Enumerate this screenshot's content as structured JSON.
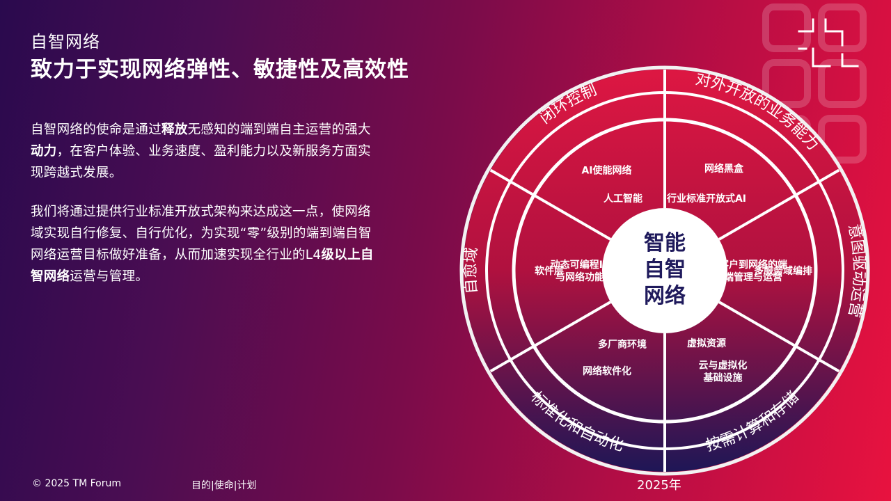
{
  "header": {
    "subtitle": "自智网络",
    "title": "致力于实现网络弹性、敏捷性及高效性"
  },
  "body": {
    "p1": [
      {
        "t": "自智网络的使命是通过",
        "b": false
      },
      {
        "t": "释放",
        "b": true
      },
      {
        "t": "无感知的端到端自主运营的强大",
        "b": false
      },
      {
        "t": "动力",
        "b": true
      },
      {
        "t": "，在客户体验、业务速度、盈利能力以及新服务方面实现跨越式发展。",
        "b": false
      }
    ],
    "p2": [
      {
        "t": "我们将通过提供行业标准开放式架构来达成这一点，使网络域实现自行修复、自行优化，为实现“零”级别的端到端自智网络运营目标做好准备，从而加速实现全行业的L4",
        "b": false
      },
      {
        "t": "级以上自智网络",
        "b": true
      },
      {
        "t": "运营与管理。",
        "b": false
      }
    ]
  },
  "wheel": {
    "center": [
      "智能",
      "自智",
      "网络"
    ],
    "colors": {
      "outer_ring": "#f2f2f2",
      "center_text": "#1f1a5c",
      "red": "#dd1742",
      "red_mid": "#b0113f",
      "navy": "#1e1656",
      "border": "#ffffff"
    },
    "outer_labels": [
      "对外开放的业务能力",
      "意图驱动运营",
      "按需计算和存储",
      "标准化和自动化",
      "自愈域",
      "闭环控制"
    ],
    "segments": [
      {
        "items": [
          "网络黑盒",
          "行业标准开放式AI"
        ]
      },
      {
        "items": [
          "多服务域编排",
          "从客户到网络的端\n到端管理与运营"
        ]
      },
      {
        "items": [
          "虚拟资源",
          "云与虚拟化\n基础设施"
        ]
      },
      {
        "items": [
          "多厂商环境",
          "网络软件化"
        ]
      },
      {
        "items": [
          "软件层",
          "动态可编程IT\n与网络功能"
        ]
      },
      {
        "items": [
          "人工智能",
          "AI使能网络"
        ]
      }
    ]
  },
  "footer": {
    "copyright": "© 2025 TM Forum",
    "breadcrumb": "目的|使命|计划",
    "year": "2025年"
  },
  "icons": {
    "logo": "tmforum-bracket-logo"
  }
}
